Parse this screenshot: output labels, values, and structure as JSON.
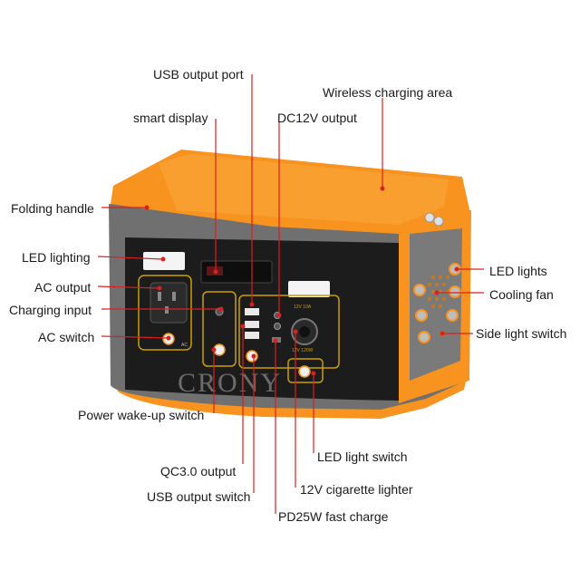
{
  "brand": {
    "watermark": "CRONY"
  },
  "panel_markings": {
    "usb_port_text": "12V 10A",
    "cig_lighter_text": "12V 120W",
    "ac_text": "AC"
  },
  "colors": {
    "orange": "#f7931e",
    "orange_dark": "#e07a10",
    "body_gray": "#6e6e6e",
    "panel_black": "#1c1c1c",
    "accent_line": "#c8a000",
    "leader_red": "#d92020"
  },
  "callouts": {
    "usb_output_port": "USB output port",
    "wireless_charging_area": "Wireless charging area",
    "smart_display": "smart display",
    "dc12v_output": "DC12V output",
    "folding_handle": "Folding handle",
    "led_lighting": "LED lighting",
    "ac_output": "AC output",
    "charging_input": "Charging input",
    "ac_switch": "AC switch",
    "led_lights": "LED lights",
    "cooling_fan": "Cooling fan",
    "side_light_switch": "Side light switch",
    "power_wakeup_switch": "Power wake-up switch",
    "led_light_switch": "LED light switch",
    "qc30_output": "QC3.0 output",
    "cigarette_lighter": "12V cigarette lighter",
    "usb_output_switch": "USB output switch",
    "pd25w_fast_charge": "PD25W fast charge"
  }
}
